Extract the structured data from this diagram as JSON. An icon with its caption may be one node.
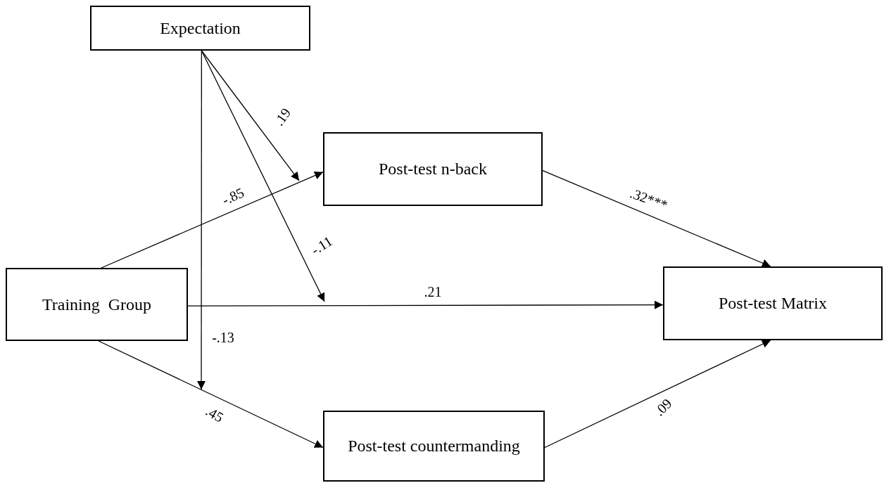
{
  "diagram": {
    "nodes": [
      {
        "text": [
          "Expectation"
        ]
      },
      {
        "text": [
          "Post-test n-back"
        ]
      },
      {
        "text": [
          "Training  Group"
        ]
      },
      {
        "text": [
          "Post-test Matrix"
        ]
      },
      {
        "text": [
          "Post-test countermanding"
        ]
      }
    ],
    "edges": [
      {
        "from": 0,
        "to": null,
        "arrow": "to",
        "label": ".19"
      },
      {
        "from": 0,
        "to": null,
        "arrow": "to",
        "label": "-.11"
      },
      {
        "from": 0,
        "to": null,
        "arrow": "to",
        "label": "-.13"
      },
      {
        "from": 2,
        "to": 1,
        "arrow": "to",
        "label": "-.85"
      },
      {
        "from": 2,
        "to": 3,
        "arrow": "to",
        "label": ".21"
      },
      {
        "from": 2,
        "to": 4,
        "arrow": "to",
        "label": ".45"
      },
      {
        "from": 1,
        "to": 3,
        "arrow": "to",
        "label": ".32***"
      },
      {
        "from": 4,
        "to": 3,
        "arrow": "to",
        "label": ".09"
      }
    ]
  }
}
